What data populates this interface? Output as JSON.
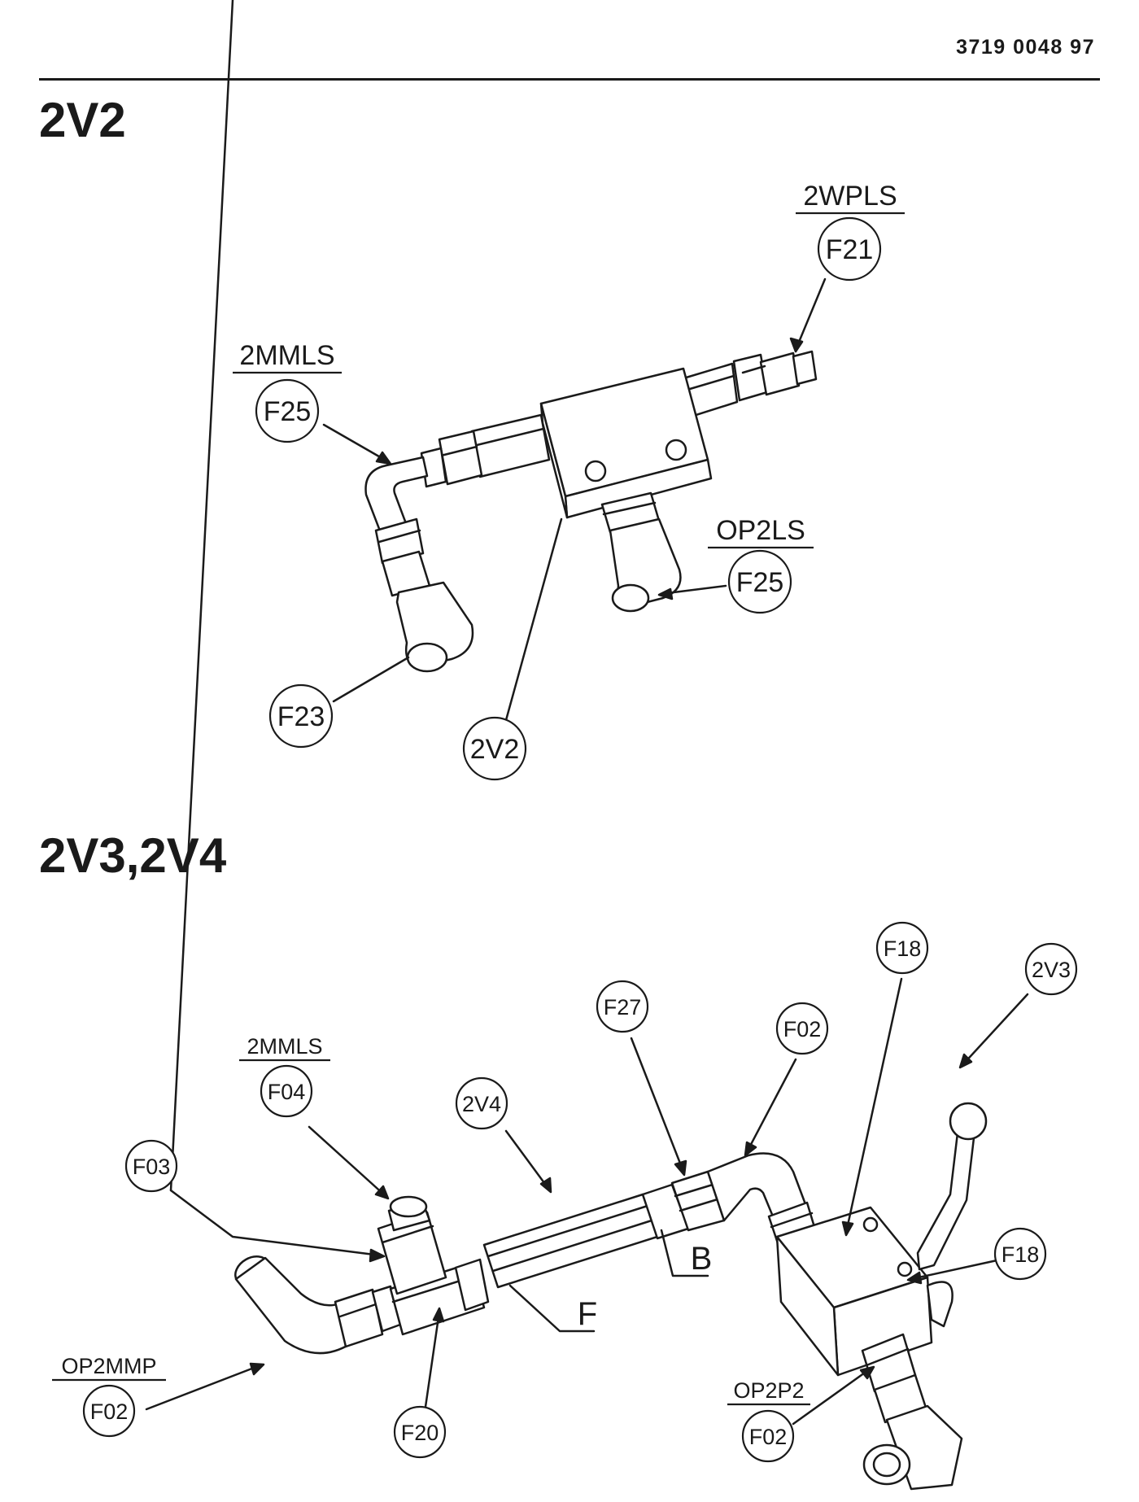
{
  "document_number": "3719 0048 97",
  "sections": [
    {
      "title": "2V2",
      "callouts": {
        "tag_2wpls": "2WPLS",
        "f21": "F21",
        "tag_2mmls": "2MMLS",
        "f25_left": "F25",
        "tag_op2ls": "OP2LS",
        "f25_right": "F25",
        "f23": "F23",
        "v2v2": "2V2"
      }
    },
    {
      "title": "2V3,2V4",
      "callouts": {
        "f18_top": "F18",
        "v2v3": "2V3",
        "f27": "F27",
        "f02_top": "F02",
        "tag_2mmls": "2MMLS",
        "f04": "F04",
        "v2v4": "2V4",
        "f03": "F03",
        "letter_b": "B",
        "letter_f": "F",
        "f18_right": "F18",
        "tag_op2mmp": "OP2MMP",
        "f02_left": "F02",
        "f20": "F20",
        "tag_op2p2": "OP2P2",
        "f02_bottom": "F02"
      }
    }
  ]
}
